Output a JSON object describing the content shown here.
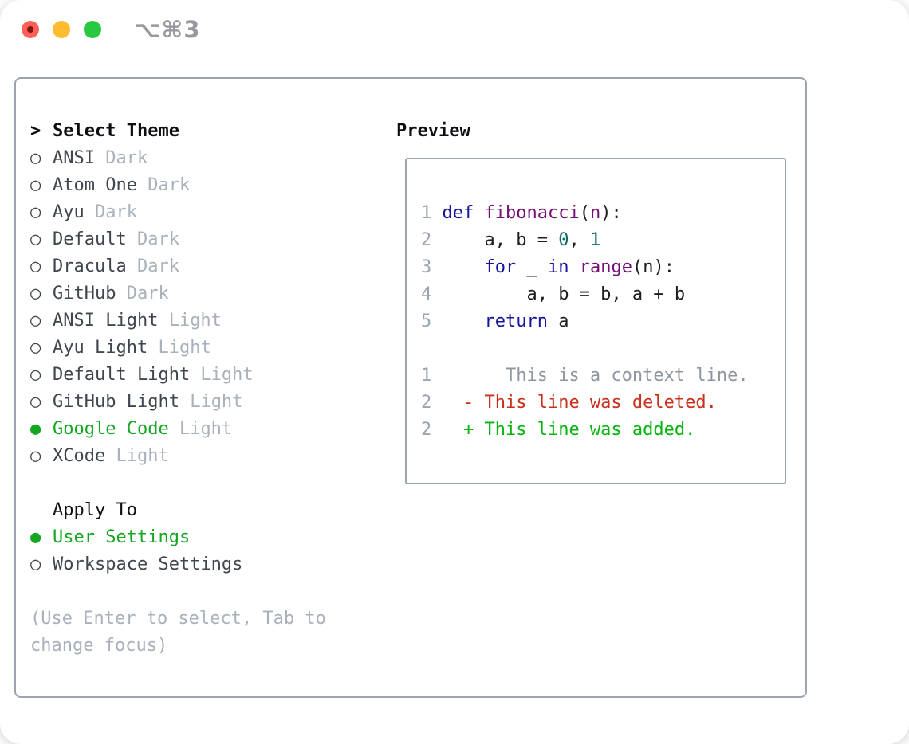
{
  "window": {
    "title_shortcut": "⌥⌘3"
  },
  "traffic_lights": {
    "close_color": "#ff5f57",
    "minimize_color": "#febc2e",
    "zoom_color": "#28c840"
  },
  "icons": {
    "header_marker": ">",
    "radio_unselected": "○",
    "radio_selected": "●"
  },
  "colors": {
    "panel_border": "#9aa5b1",
    "selected_green": "#15a622",
    "item_text": "#40464e",
    "muted_gray": "#a9b1bb",
    "title_gray": "#97999e"
  },
  "theme_picker": {
    "header": "Select Theme",
    "themes": [
      {
        "name": "ANSI",
        "variant": "Dark",
        "selected": false
      },
      {
        "name": "Atom One",
        "variant": "Dark",
        "selected": false
      },
      {
        "name": "Ayu",
        "variant": "Dark",
        "selected": false
      },
      {
        "name": "Default",
        "variant": "Dark",
        "selected": false
      },
      {
        "name": "Dracula",
        "variant": "Dark",
        "selected": false
      },
      {
        "name": "GitHub",
        "variant": "Dark",
        "selected": false
      },
      {
        "name": "ANSI Light",
        "variant": "Light",
        "selected": false
      },
      {
        "name": "Ayu Light",
        "variant": "Light",
        "selected": false
      },
      {
        "name": "Default Light",
        "variant": "Light",
        "selected": false
      },
      {
        "name": "GitHub Light",
        "variant": "Light",
        "selected": false
      },
      {
        "name": "Google Code",
        "variant": "Light",
        "selected": true
      },
      {
        "name": "XCode",
        "variant": "Light",
        "selected": false
      }
    ],
    "apply_to": {
      "label": "Apply To",
      "options": [
        {
          "name": "User Settings",
          "selected": true
        },
        {
          "name": "Workspace Settings",
          "selected": false
        }
      ]
    },
    "hint_lines": [
      "(Use Enter to select, Tab to",
      "change focus)"
    ]
  },
  "preview": {
    "heading": "Preview",
    "colors": {
      "line_number": "#9aa5b1",
      "keyword": "#15159d",
      "function": "#750e75",
      "number": "#0e6b6b",
      "plain": "#1b1d1f",
      "context": "#8f979e",
      "deleted": "#c8311c",
      "added": "#03b40a"
    },
    "code_lines": [
      {
        "no": "1",
        "segments": [
          {
            "text": "def",
            "style": "keyword"
          },
          {
            "text": " ",
            "style": "plain"
          },
          {
            "text": "fibonacci",
            "style": "function"
          },
          {
            "text": "(",
            "style": "plain"
          },
          {
            "text": "n",
            "style": "function"
          },
          {
            "text": "):",
            "style": "plain"
          }
        ]
      },
      {
        "no": "2",
        "segments": [
          {
            "text": "    a, b = ",
            "style": "plain"
          },
          {
            "text": "0",
            "style": "number"
          },
          {
            "text": ", ",
            "style": "plain"
          },
          {
            "text": "1",
            "style": "number"
          }
        ]
      },
      {
        "no": "3",
        "segments": [
          {
            "text": "    ",
            "style": "plain"
          },
          {
            "text": "for",
            "style": "keyword"
          },
          {
            "text": " _ ",
            "style": "plain"
          },
          {
            "text": "in",
            "style": "keyword"
          },
          {
            "text": " ",
            "style": "plain"
          },
          {
            "text": "range",
            "style": "function"
          },
          {
            "text": "(n):",
            "style": "plain"
          }
        ]
      },
      {
        "no": "4",
        "segments": [
          {
            "text": "        a, b = b, a + b",
            "style": "plain"
          }
        ]
      },
      {
        "no": "5",
        "segments": [
          {
            "text": "    ",
            "style": "plain"
          },
          {
            "text": "return",
            "style": "keyword"
          },
          {
            "text": " a",
            "style": "plain"
          }
        ]
      },
      {
        "no": "",
        "segments": []
      },
      {
        "no": "1",
        "segments": [
          {
            "text": "      This is a context line.",
            "style": "context"
          }
        ]
      },
      {
        "no": "2",
        "segments": [
          {
            "text": "  - This line was deleted.",
            "style": "deleted"
          }
        ]
      },
      {
        "no": "2",
        "segments": [
          {
            "text": "  + This line was added.",
            "style": "added"
          }
        ]
      }
    ]
  }
}
